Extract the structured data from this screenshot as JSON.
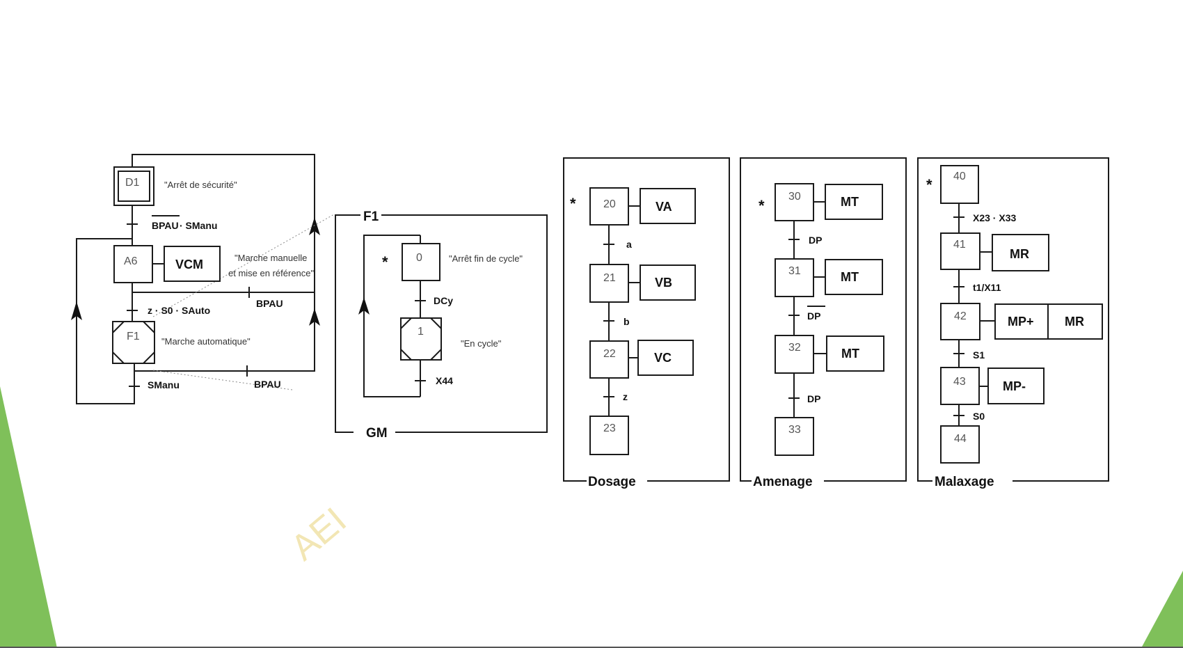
{
  "colors": {
    "accent_green": "#7fc05a",
    "line": "#1a1a1a",
    "watermark": "#f2e6b4",
    "background": "#ffffff"
  },
  "gs": {
    "steps": {
      "d1": "D1",
      "a6": "A6",
      "f1": "F1"
    },
    "comments": {
      "d1": "\"Arrêt de sécurité\"",
      "a6_line1": "\"Marche manuelle",
      "a6_line2": "et mise en référence\"",
      "f1": "\"Marche automatique\""
    },
    "actions": {
      "a6": "VCM"
    },
    "transitions": {
      "t1_bar": "BPAU",
      "t1_rest": " · SManu",
      "t2": "z · S0 · SAuto",
      "bpau_upper": "BPAU",
      "smanu": "SManu",
      "bpau_lower": "BPAU"
    }
  },
  "gm": {
    "top_label": "F1",
    "bottom_label": "GM",
    "steps": {
      "s0": "0",
      "s1": "1"
    },
    "comments": {
      "s0": "\"Arrêt fin de cycle\"",
      "s1": "\"En cycle\""
    },
    "transitions": {
      "t1": "DCy",
      "t2": "X44"
    },
    "initial_mark": "*"
  },
  "dosage": {
    "label": "Dosage",
    "initial_mark": "*",
    "steps": [
      "20",
      "21",
      "22",
      "23"
    ],
    "actions": [
      "VA",
      "VB",
      "VC"
    ],
    "transitions": [
      "a",
      "b",
      "z"
    ]
  },
  "amenage": {
    "label": "Amenage",
    "initial_mark": "*",
    "steps": [
      "30",
      "31",
      "32",
      "33"
    ],
    "actions": [
      "MT",
      "MT",
      "MT"
    ],
    "transitions": [
      "DP",
      "DP",
      "DP"
    ]
  },
  "malaxage": {
    "label": "Malaxage",
    "initial_mark": "*",
    "steps": [
      "40",
      "41",
      "42",
      "43",
      "44"
    ],
    "actions": {
      "a41": "MR",
      "a42_1": "MP+",
      "a42_2": "MR",
      "a43": "MP-"
    },
    "transitions": [
      "X23 · X33",
      "t1/X11",
      "S1",
      "S0"
    ]
  },
  "watermark": "AEI"
}
